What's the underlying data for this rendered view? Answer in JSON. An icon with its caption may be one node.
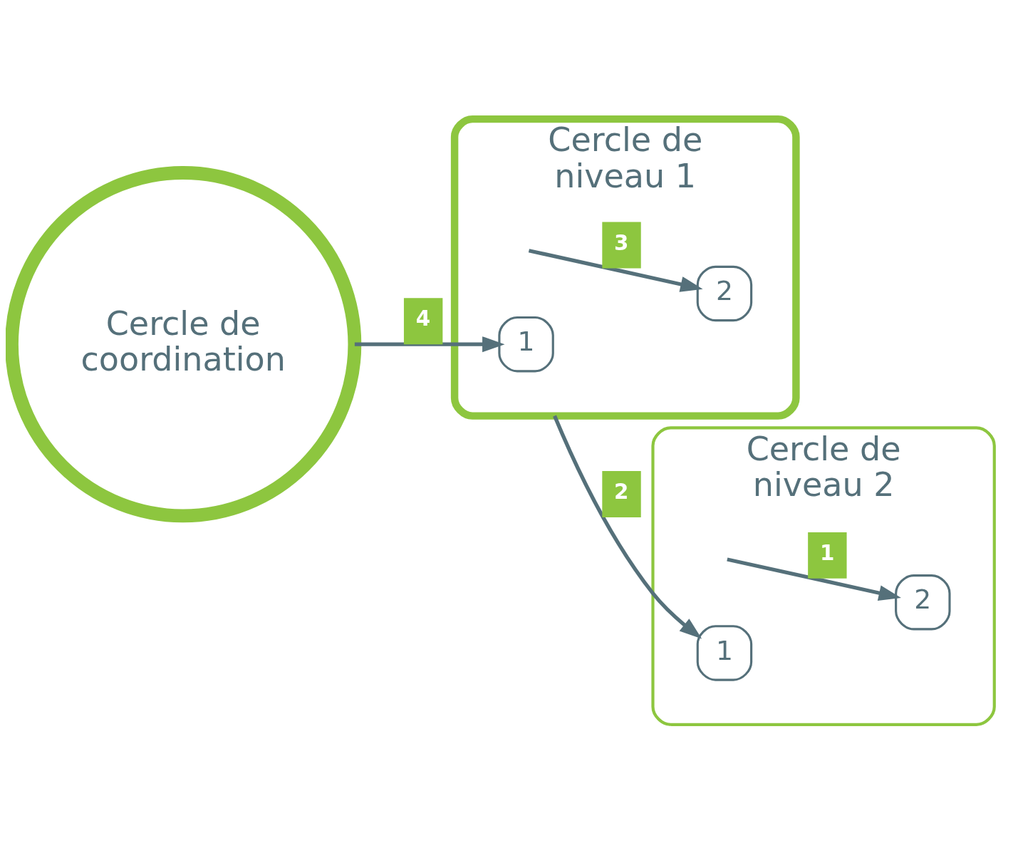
{
  "diagram": {
    "nodes": [
      {
        "text": [
          "Cercle de coordination"
        ]
      },
      {
        "text": [
          "Cercle de niveau 1"
        ]
      },
      {
        "text": [
          "1"
        ],
        "in": 1
      },
      {
        "text": [
          "2"
        ],
        "in": 1
      },
      {
        "text": [
          "Cercle de niveau 2"
        ]
      },
      {
        "text": [
          "2"
        ],
        "in": 4
      },
      {
        "text": [
          "1"
        ],
        "in": 4
      }
    ],
    "edges": [
      {
        "from": 0,
        "to": 2,
        "arrow": "to",
        "label": "4"
      },
      {
        "from": null,
        "to": 3,
        "arrow": "to",
        "label": "3"
      },
      {
        "from": 1,
        "to": 6,
        "arrow": "to",
        "label": "2"
      },
      {
        "from": null,
        "to": 5,
        "arrow": "to",
        "label": "1"
      }
    ]
  }
}
